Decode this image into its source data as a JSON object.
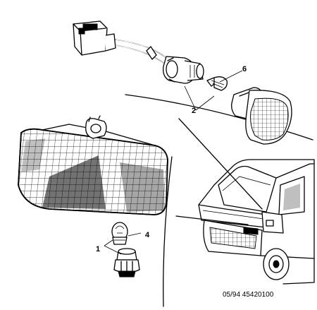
{
  "callouts": {
    "c1": "1",
    "c2": "2",
    "c4": "4",
    "c6": "6"
  },
  "reference": "05/94 45420100"
}
